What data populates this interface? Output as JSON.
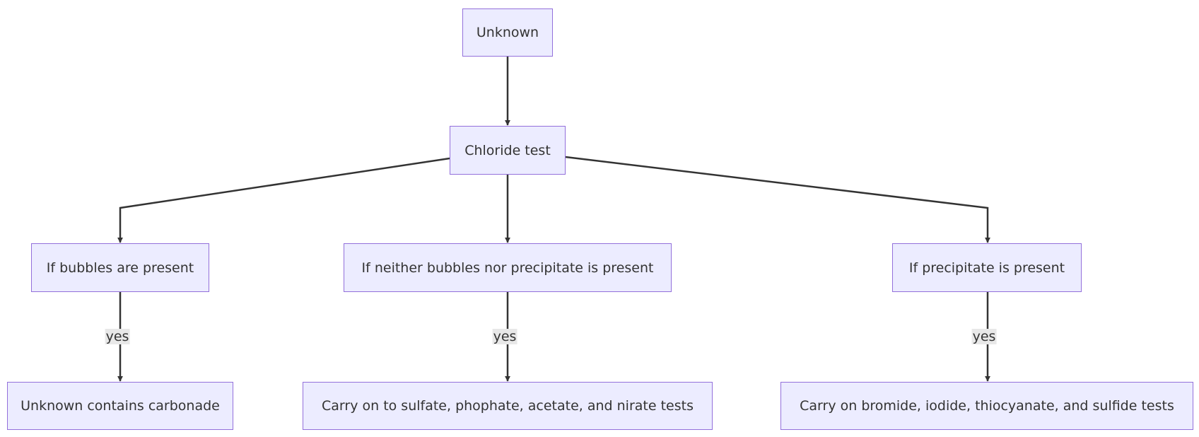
{
  "diagram": {
    "nodes": {
      "unknown": "Unknown",
      "chloride": "Chloride test",
      "bubbles": "If bubbles are present",
      "neither": "If neither bubbles nor precipitate is present",
      "precipitate": "If precipitate is present",
      "carbonate": "Unknown contains carbonade",
      "sulfate": "Carry on to sulfate, phophate, acetate, and nirate tests",
      "bromide": "Carry on bromide, iodide, thiocyanate, and sulfide tests"
    },
    "edges": [
      {
        "from": "unknown",
        "to": "chloride",
        "label": ""
      },
      {
        "from": "chloride",
        "to": "bubbles",
        "label": ""
      },
      {
        "from": "chloride",
        "to": "neither",
        "label": ""
      },
      {
        "from": "chloride",
        "to": "precipitate",
        "label": ""
      },
      {
        "from": "bubbles",
        "to": "carbonate",
        "label": "yes"
      },
      {
        "from": "neither",
        "to": "sulfate",
        "label": "yes"
      },
      {
        "from": "precipitate",
        "to": "bromide",
        "label": "yes"
      }
    ],
    "colors": {
      "node_fill": "#ececff",
      "node_stroke": "#9370db",
      "edge": "#333333",
      "label_bg": "#e8e8e8"
    }
  }
}
